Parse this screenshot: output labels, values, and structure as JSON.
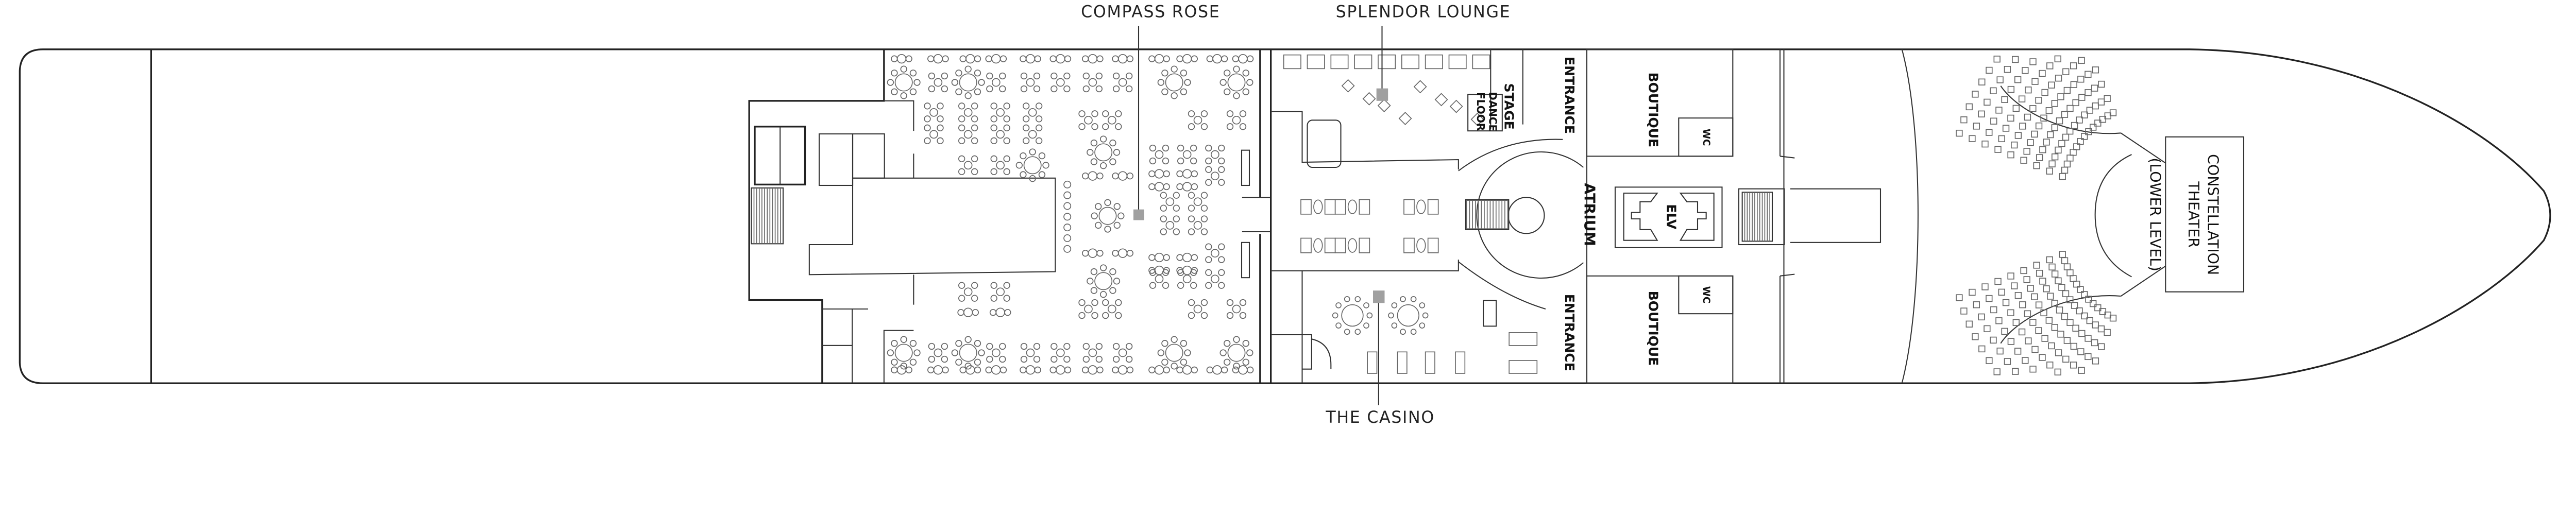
{
  "callouts": {
    "compass_rose": "COMPASS ROSE",
    "splendor_lounge": "SPLENDOR LOUNGE",
    "the_casino": "THE CASINO"
  },
  "rooms": {
    "stage": "STAGE",
    "dance_floor_1": "DANCE",
    "dance_floor_2": "FLOOR",
    "entrance_upper": "ENTRANCE",
    "entrance_lower": "ENTRANCE",
    "boutique_upper": "BOUTIQUE",
    "boutique_lower": "BOUTIQUE",
    "wc_upper": "WC",
    "wc_lower": "WC",
    "atrium": "ATRIUM",
    "elevator": "ELV",
    "theater_1": "CONSTELLATION",
    "theater_2": "THEATER",
    "theater_3": "(LOWER LEVEL)"
  },
  "colors": {
    "outline": "#222222",
    "furniture": "#666666",
    "marker": "#a0a0a0",
    "background": "#ffffff"
  }
}
